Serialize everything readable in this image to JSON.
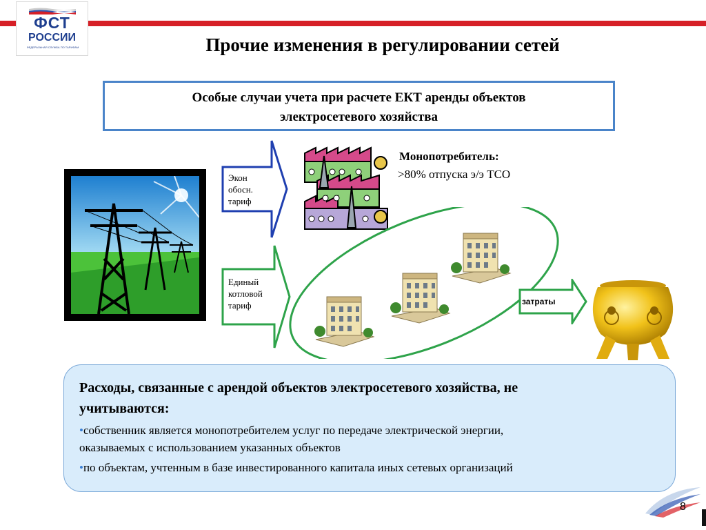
{
  "logo": {
    "line1": "ФСТ",
    "line2": "РОССИИ",
    "subtitle": "ФЕДЕРАЛЬНАЯ СЛУЖБА ПО ТАРИФАМ",
    "colors": {
      "blue": "#1f3f8f",
      "red": "#d62027"
    }
  },
  "title": "Прочие изменения в регулировании сетей",
  "header_box": {
    "line1": "Особые случаи учета при расчете ЕКТ аренды объектов",
    "line2": "электросетевого хозяйства"
  },
  "arrow_upper": {
    "line1": "Экон",
    "line2": "обосн.",
    "line3": "тариф",
    "color": "#1f3fb0"
  },
  "arrow_lower": {
    "line1": "Единый",
    "line2": "котловой",
    "line3": "тариф",
    "color": "#2ea34a"
  },
  "mono": {
    "title": "Монопотребитель:",
    "subtitle": ">80% отпуска э/э ТСО"
  },
  "cost_arrow": {
    "label": "затраты",
    "color": "#2ea34a"
  },
  "bottom_box": {
    "title_line1": "Расходы, связанные с арендой объектов электросетевого хозяйства, не",
    "title_line2": "учитываются:",
    "bullet_symbol": "•",
    "bullet1_line1": "собственник является монопотребителем услуг по передаче электрической энергии,",
    "bullet1_line2": "оказываемых с использованием указанных объектов",
    "bullet2": "по объектам, учтенным в базе инвестированного капитала иных сетевых организаций"
  },
  "page_number": "8",
  "icons": [
    "power-lines-icon",
    "factory-icon",
    "apartment-building-icon",
    "golden-pot-icon",
    "flag-icon",
    "swoosh-icon"
  ]
}
